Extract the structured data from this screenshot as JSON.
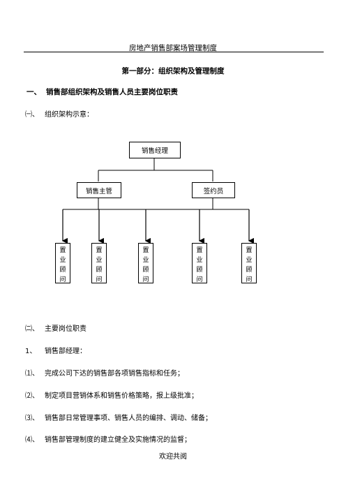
{
  "header": {
    "title": "房地产销售部案场管理制度"
  },
  "section_title": "第一部分：组织架构及管理制度",
  "heading1": {
    "num": "一、",
    "text": "销售部组织架构及销售人员主要岗位职责"
  },
  "sub1": {
    "num": "㈠、",
    "text": "组织架构示意："
  },
  "org": {
    "top": "销售经理",
    "mid_left": "销售主管",
    "mid_right": "签约员",
    "leaf_chars": [
      "置",
      "业",
      "顾",
      "问"
    ]
  },
  "sub2": {
    "num": "㈡、",
    "text": "主要岗位职责"
  },
  "item1": {
    "num": "1、",
    "text": "销售部经理："
  },
  "duties": [
    {
      "num": "⑴、",
      "text": "完成公司下达的销售部各项销售指标和任务；"
    },
    {
      "num": "⑵、",
      "text": "制定项目营销体系和销售价格策略，报上级批准；"
    },
    {
      "num": "⑶、",
      "text": "销售部日常管理事项、销售人员的编排、调动、储备；"
    },
    {
      "num": "⑷、",
      "text": "销售部管理制度的建立健全及实施情况的监督；"
    }
  ],
  "footer": "欢迎共阅"
}
